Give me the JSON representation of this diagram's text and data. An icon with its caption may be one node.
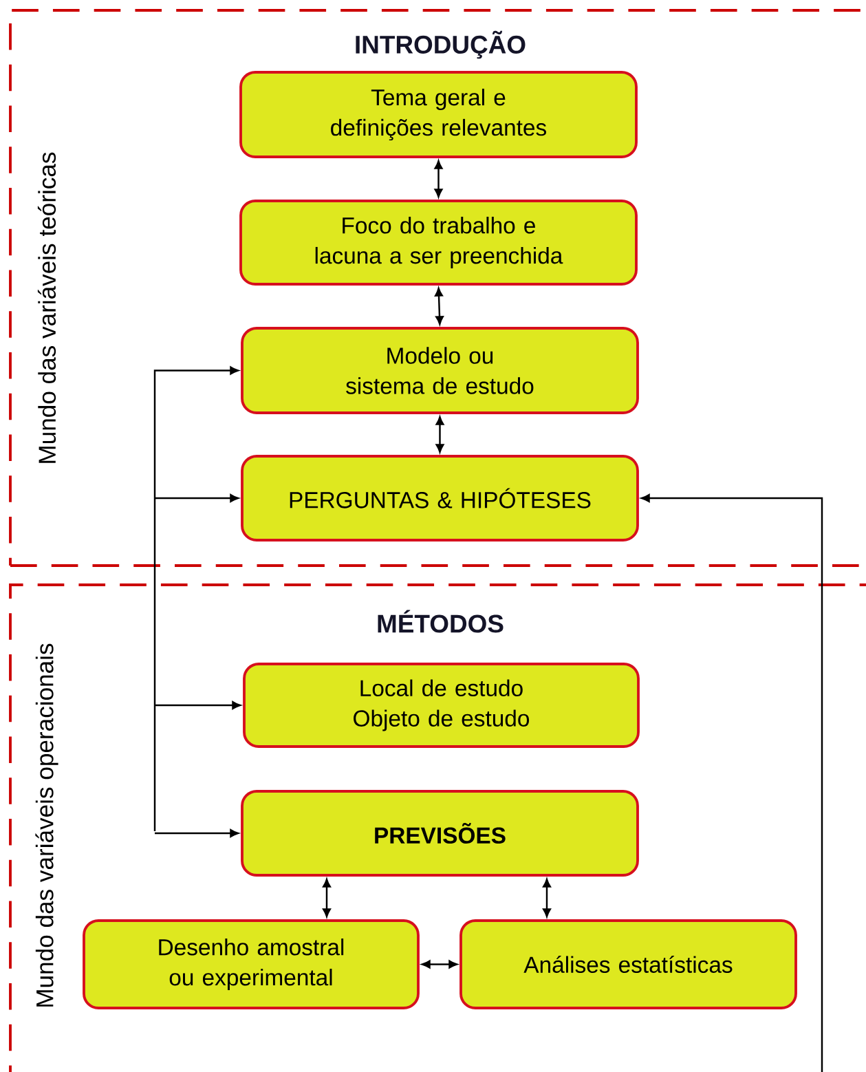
{
  "diagram": {
    "nodes": [
      {
        "text": [
          "INTRODUÇÃO",
          "Mundo das variáveis teóricas"
        ]
      },
      {
        "text": [
          "Tema geral e definições relevantes"
        ],
        "in": 0
      },
      {
        "text": [
          "Foco do trabalho e lacuna a ser preenchida"
        ],
        "in": 0
      },
      {
        "text": [
          "Modelo ou sistema de estudo"
        ],
        "in": 0
      },
      {
        "text": [
          "PERGUNTAS & HIPÓTESES"
        ],
        "in": 0
      },
      {
        "text": [
          "MÉTODOS",
          "Mundo das variáveis operacionais"
        ]
      },
      {
        "text": [
          "Local de estudo",
          "Objeto de estudo"
        ],
        "in": 5
      },
      {
        "text": [
          "PREVISÕES"
        ],
        "in": 5
      },
      {
        "text": [
          "Desenho amostral ou experimental"
        ],
        "in": 5
      },
      {
        "text": [
          "Análises estatísticas"
        ],
        "in": 5
      }
    ],
    "edges": [
      {
        "from": 1,
        "to": 2,
        "arrow": "both"
      },
      {
        "from": 2,
        "to": 3,
        "arrow": "both"
      },
      {
        "from": 3,
        "to": 4,
        "arrow": "both"
      },
      {
        "from": null,
        "to": 3,
        "arrow": "to"
      },
      {
        "from": null,
        "to": 4,
        "arrow": "to"
      },
      {
        "from": null,
        "to": 6,
        "arrow": "to"
      },
      {
        "from": null,
        "to": 7,
        "arrow": "to"
      },
      {
        "from": 5,
        "to": 4,
        "arrow": "to"
      },
      {
        "from": 7,
        "to": 8,
        "arrow": "both"
      },
      {
        "from": 7,
        "to": 9,
        "arrow": "both"
      },
      {
        "from": 8,
        "to": 9,
        "arrow": "both"
      }
    ]
  }
}
